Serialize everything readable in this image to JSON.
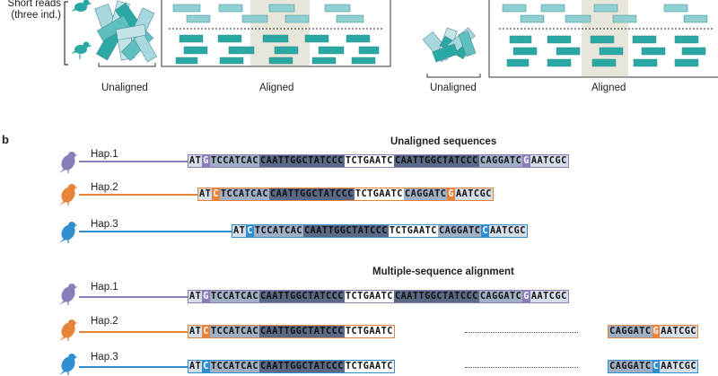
{
  "panel_a": {
    "short_reads_label": "Short reads\n(three ind.)",
    "left": {
      "unaligned_label": "Unaligned",
      "aligned_label": "Aligned"
    },
    "right": {
      "unaligned_label": "Unaligned",
      "aligned_label": "Aligned"
    }
  },
  "panel_b": {
    "panel_label": "b",
    "unaligned_title": "Unaligned sequences",
    "msa_title": "Multiple-sequence alignment",
    "colors": {
      "hap1": "#8a7db8",
      "hap2": "#e8833a",
      "hap3": "#2f8fcf",
      "dark": "#5a6a86",
      "mid": "#9fb0c6",
      "light": "#d5dde7",
      "teal": "#2aa9a4"
    },
    "haplotypes": [
      {
        "label": "Hap.1",
        "bird_icon": "bird-icon-purple"
      },
      {
        "label": "Hap.2",
        "bird_icon": "bird-icon-orange"
      },
      {
        "label": "Hap.3",
        "bird_icon": "bird-icon-blue"
      }
    ],
    "unaligned": [
      {
        "segments": [
          "AT",
          "G",
          "TCCATCAC",
          "CAATTGGCTATCCC",
          "TCTGAATC",
          "CAATTGGCTATCCC",
          "CAGGATC",
          "G",
          "AATCGC"
        ]
      },
      {
        "segments": [
          "AT",
          "C",
          "TCCATCAC",
          "CAATTGGCTATCCC",
          "TCTGAATC",
          "CAGGATC",
          "G",
          "AATCGC"
        ]
      },
      {
        "segments": [
          "AT",
          "C",
          "TCCATCAC",
          "CAATTGGCTATCCC",
          "TCTGAATC",
          "CAGGATC",
          "C",
          "AATCGC"
        ]
      }
    ],
    "aligned": [
      {
        "segments": [
          "AT",
          "G",
          "TCCATCAC",
          "CAATTGGCTATCCC",
          "TCTGAATC",
          "CAATTGGCTATCCC",
          "CAGGATC",
          "G",
          "AATCGC"
        ]
      },
      {
        "left": [
          "AT",
          "C",
          "TCCATCAC",
          "CAATTGGCTATCCC",
          "TCTGAATC"
        ],
        "right": [
          "CAGGATC",
          "G",
          "AATCGC"
        ]
      },
      {
        "left": [
          "AT",
          "C",
          "TCCATCAC",
          "CAATTGGCTATCCC",
          "TCTGAATC"
        ],
        "right": [
          "CAGGATC",
          "C",
          "AATCGC"
        ]
      }
    ]
  }
}
